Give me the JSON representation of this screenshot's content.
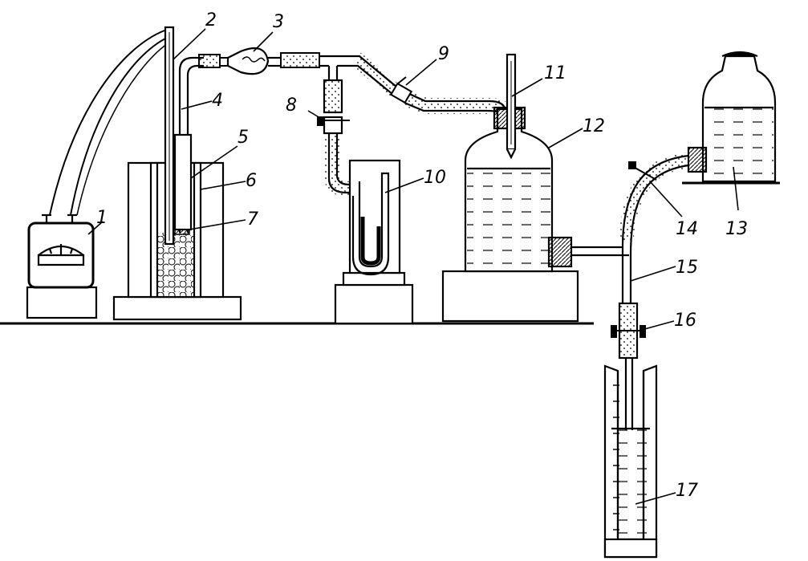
{
  "labels": {
    "l1": "1",
    "l2": "2",
    "l3": "3",
    "l4": "4",
    "l5": "5",
    "l6": "6",
    "l7": "7",
    "l8": "8",
    "l9": "9",
    "l10": "10",
    "l11": "11",
    "l12": "12",
    "l13": "13",
    "l14": "14",
    "l15": "15",
    "l16": "16",
    "l17": "17"
  },
  "colors": {
    "ink": "#000000",
    "paper": "#ffffff"
  }
}
